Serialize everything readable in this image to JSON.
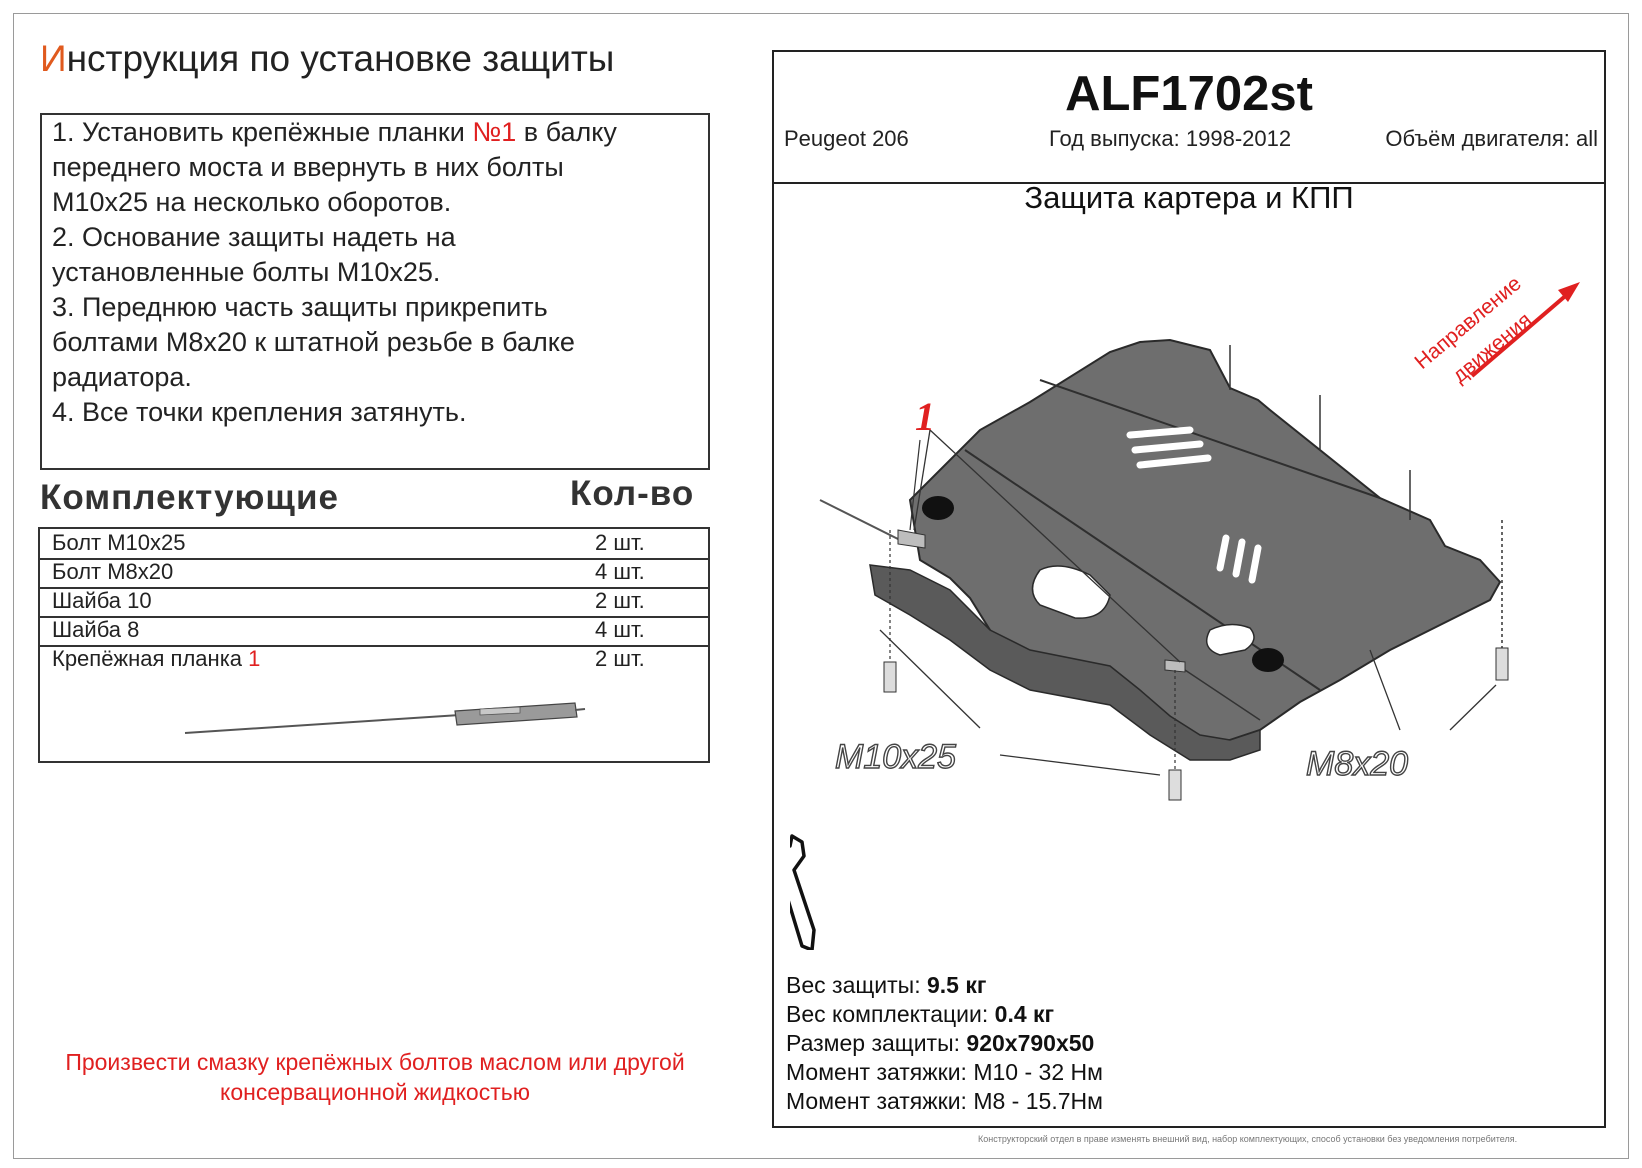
{
  "header": {
    "title_first": "И",
    "title_rest": "нструкция по установке защиты"
  },
  "instructions": {
    "step1_a": "1.  Установить крепёжные планки ",
    "step1_num": "№1",
    "step1_b": " в балку",
    "step1_c": "переднего моста и ввернуть в них болты",
    "step1_d": "М10х25 на несколько оборотов.",
    "step2_a": "2.  Основание защиты надеть на",
    "step2_b": "установленные болты М10х25.",
    "step3_a": "3.  Переднюю часть защиты прикрепить",
    "step3_b": "болтами М8х20 к штатной резьбе в балке",
    "step3_c": "радиатора.",
    "step4": "4.  Все точки крепления затянуть."
  },
  "parts": {
    "heading": "Комплектующие",
    "qty_heading": "Кол-во",
    "rows": [
      {
        "name": "Болт М10х25",
        "qty": "2 шт."
      },
      {
        "name": "Болт М8х20",
        "qty": "4 шт."
      },
      {
        "name": "Шайба 10",
        "qty": "2 шт."
      },
      {
        "name": "Шайба 8",
        "qty": "4 шт."
      }
    ],
    "last_name": "Крепёжная планка ",
    "last_num": "1",
    "last_qty": "2 шт."
  },
  "note": {
    "line1": "Произвести смазку крепёжных болтов маслом или другой",
    "line2": "консервационной жидкостью"
  },
  "product": {
    "code": "ALF1702st",
    "car": "Peugeot 206",
    "year": "Год выпуска: 1998-2012",
    "engine": "Объём двигателя: all",
    "part_name": "Защита картера и КПП"
  },
  "drawing": {
    "direction_line1": "Направление",
    "direction_line2": "движения",
    "label_1": "1",
    "label_m10": "M10x25",
    "label_m8": "M8x20",
    "colors": {
      "plate": "#6e6e6e",
      "plate_edge": "#2a2a2a",
      "arrow": "#e02020"
    }
  },
  "specs": {
    "weight_label": "Вес защиты: ",
    "weight": "9.5 кг",
    "kit_label": "Вес комплектации: ",
    "kit": "0.4 кг",
    "size_label": "Размер защиты: ",
    "size": "920х790х50",
    "torque1_label": "Момент затяжки:  ",
    "torque1": "М10 - 32 Нм",
    "torque2_label": "Момент затяжки:  ",
    "torque2": "М8 - 15.7Нм"
  },
  "footer": {
    "disclaimer": "Конструкторский отдел в праве изменять внешний вид, набор комплектующих, способ установки без уведомления потребителя."
  }
}
